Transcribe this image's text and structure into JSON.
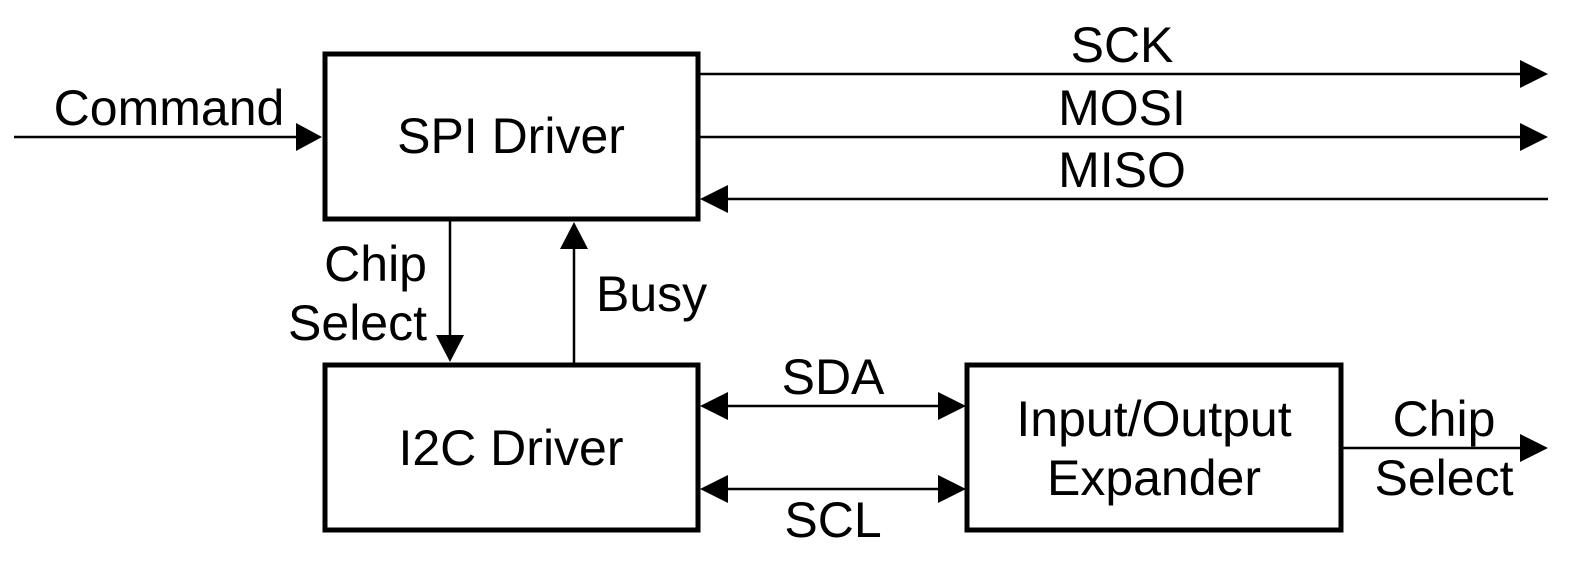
{
  "blocks": {
    "spi_driver": "SPI Driver",
    "i2c_driver": "I2C Driver",
    "io_expander": [
      "Input/Output",
      "Expander"
    ]
  },
  "signals": {
    "command": "Command",
    "sck": "SCK",
    "mosi": "MOSI",
    "miso": "MISO",
    "chip_select_internal": [
      "Chip",
      "Select"
    ],
    "busy": "Busy",
    "sda": "SDA",
    "scl": "SCL",
    "chip_select_output": [
      "Chip",
      "Select"
    ]
  },
  "colors": {
    "stroke": "#000000",
    "background": "#ffffff"
  }
}
